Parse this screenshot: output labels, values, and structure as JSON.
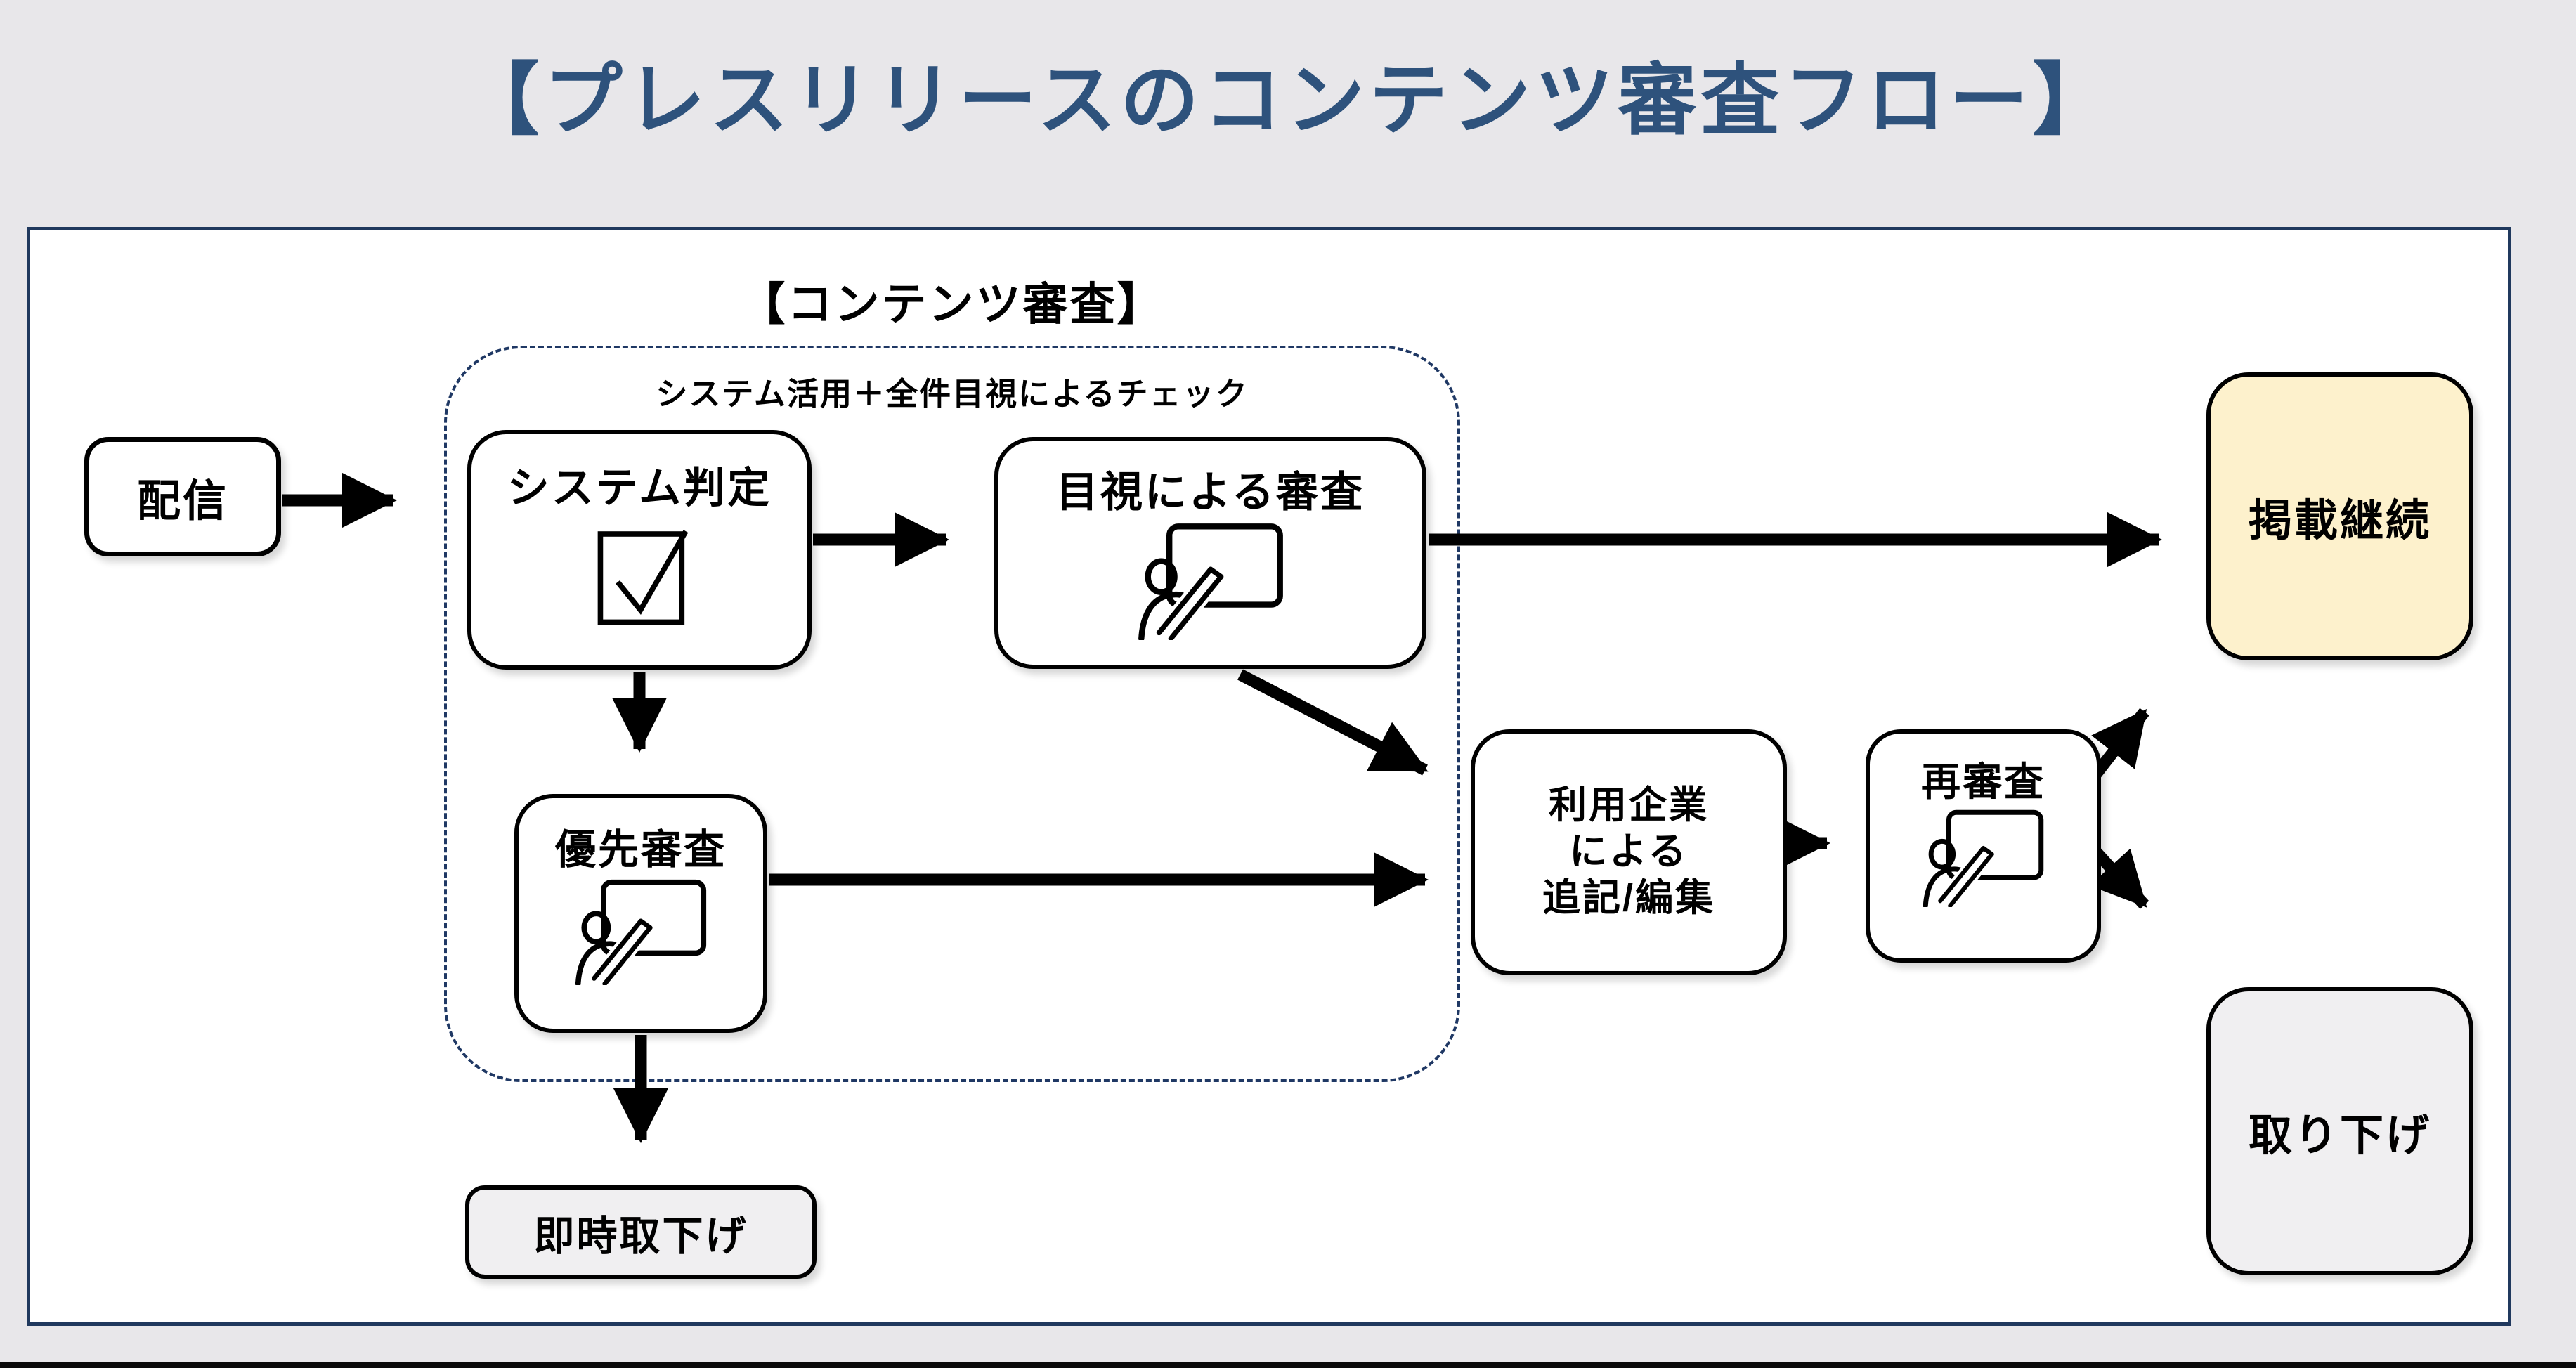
{
  "page": {
    "title": "【プレスリリースのコンテンツ審査フロー】",
    "title_color": "#2E527C",
    "background": "#E8E7EA"
  },
  "diagram": {
    "review_group": {
      "label": "【コンテンツ審査】",
      "subtitle": "システム活用＋全件目視によるチェック"
    },
    "nodes": {
      "haishin": {
        "label": "配信"
      },
      "system": {
        "label": "システム判定",
        "icon": "checkbox-icon"
      },
      "visual": {
        "label": "目視による審査",
        "icon": "presenter-icon"
      },
      "priority": {
        "label": "優先審査",
        "icon": "presenter-icon"
      },
      "immediate": {
        "label": "即時取下げ"
      },
      "company": {
        "label": "利用企業\nによる\n追記/編集"
      },
      "rereview": {
        "label": "再審査",
        "icon": "presenter-icon"
      },
      "keep": {
        "label": "掲載継続"
      },
      "withdraw": {
        "label": "取り下げ"
      }
    },
    "colors": {
      "node_fill": "#FFFFFF",
      "keep_fill": "#FDF1CC",
      "gray_fill": "#F0EFF1",
      "node_border": "#000000",
      "panel_border": "#20395E",
      "dashed_border": "#1F3864",
      "arrow": "#000000"
    }
  }
}
